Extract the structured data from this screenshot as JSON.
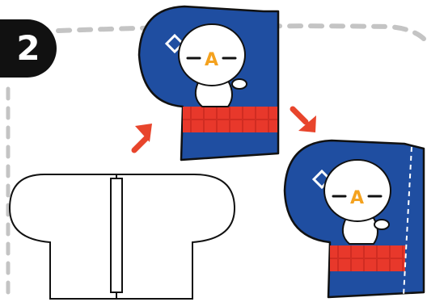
{
  "step": {
    "number": "2"
  },
  "character": {
    "letter": "A"
  },
  "colors": {
    "card_blue": "#1f4ea1",
    "band_red": "#e8382b",
    "arrow_red": "#e8452c",
    "dashed_gray": "#c4c4c4",
    "outline": "#111111",
    "letter_orange": "#f4a21f"
  },
  "icons": [
    "step-badge",
    "arrow-down-right",
    "arrow-up-right",
    "folding-template-outline",
    "mascot-card"
  ]
}
